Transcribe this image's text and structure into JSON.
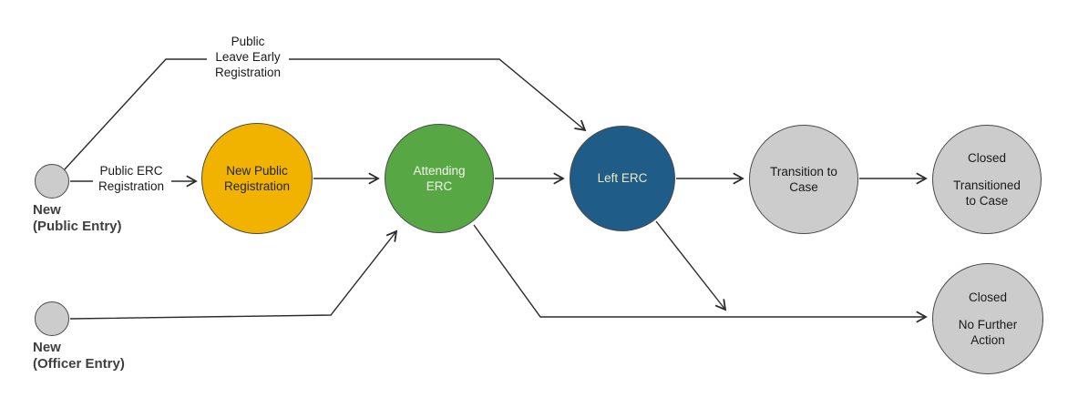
{
  "colors": {
    "gold": "#F1B300",
    "green": "#57A845",
    "blue": "#1F5C87",
    "gray_fill": "#CCCCCC",
    "node_border": "#4A4A4A",
    "edge": "#2B2B2B",
    "caption_text": "#3F3F3F",
    "black_text": "#1A1A1A",
    "dark_text": "#20262E",
    "light_text": "#F4F4EC",
    "cream_text": "#EFE8C8"
  },
  "nodes": {
    "new_public_entry": {
      "caption": [
        "New",
        "(Public Entry)"
      ]
    },
    "new_public_registration": {
      "label": [
        "New Public",
        "Registration"
      ]
    },
    "attending_erc": {
      "label": [
        "Attending",
        "ERC"
      ]
    },
    "left_erc": {
      "label": "Left ERC"
    },
    "transition_to_case": {
      "label": [
        "Transition to",
        "Case"
      ]
    },
    "closed_transitioned": {
      "label_top": "Closed",
      "label_bottom": [
        "Transitioned",
        "to Case"
      ]
    },
    "new_officer_entry": {
      "caption": [
        "New",
        "(Officer Entry)"
      ]
    },
    "closed_no_further": {
      "label_top": "Closed",
      "label_bottom": [
        "No Further",
        "Action"
      ]
    }
  },
  "edge_labels": {
    "public_leave_early": {
      "lines": [
        "Public",
        "Leave Early",
        "Registration"
      ]
    },
    "public_erc": {
      "lines": [
        "Public ERC",
        "Registration"
      ]
    }
  },
  "edges": [
    {
      "from": "new-public-entry",
      "to": "left-erc",
      "label": "Public Leave Early Registration"
    },
    {
      "from": "new-public-entry",
      "to": "new-public-registration",
      "label": "Public ERC Registration"
    },
    {
      "from": "new-public-registration",
      "to": "attending-erc",
      "label": ""
    },
    {
      "from": "attending-erc",
      "to": "left-erc",
      "label": ""
    },
    {
      "from": "left-erc",
      "to": "transition-to-case",
      "label": ""
    },
    {
      "from": "transition-to-case",
      "to": "closed-transitioned-to-case",
      "label": ""
    },
    {
      "from": "new-officer-entry",
      "to": "attending-erc",
      "label": ""
    },
    {
      "from": "attending-erc",
      "to": "closed-no-further-action",
      "label": ""
    },
    {
      "from": "left-erc",
      "to": "closed-no-further-action",
      "label": ""
    }
  ]
}
